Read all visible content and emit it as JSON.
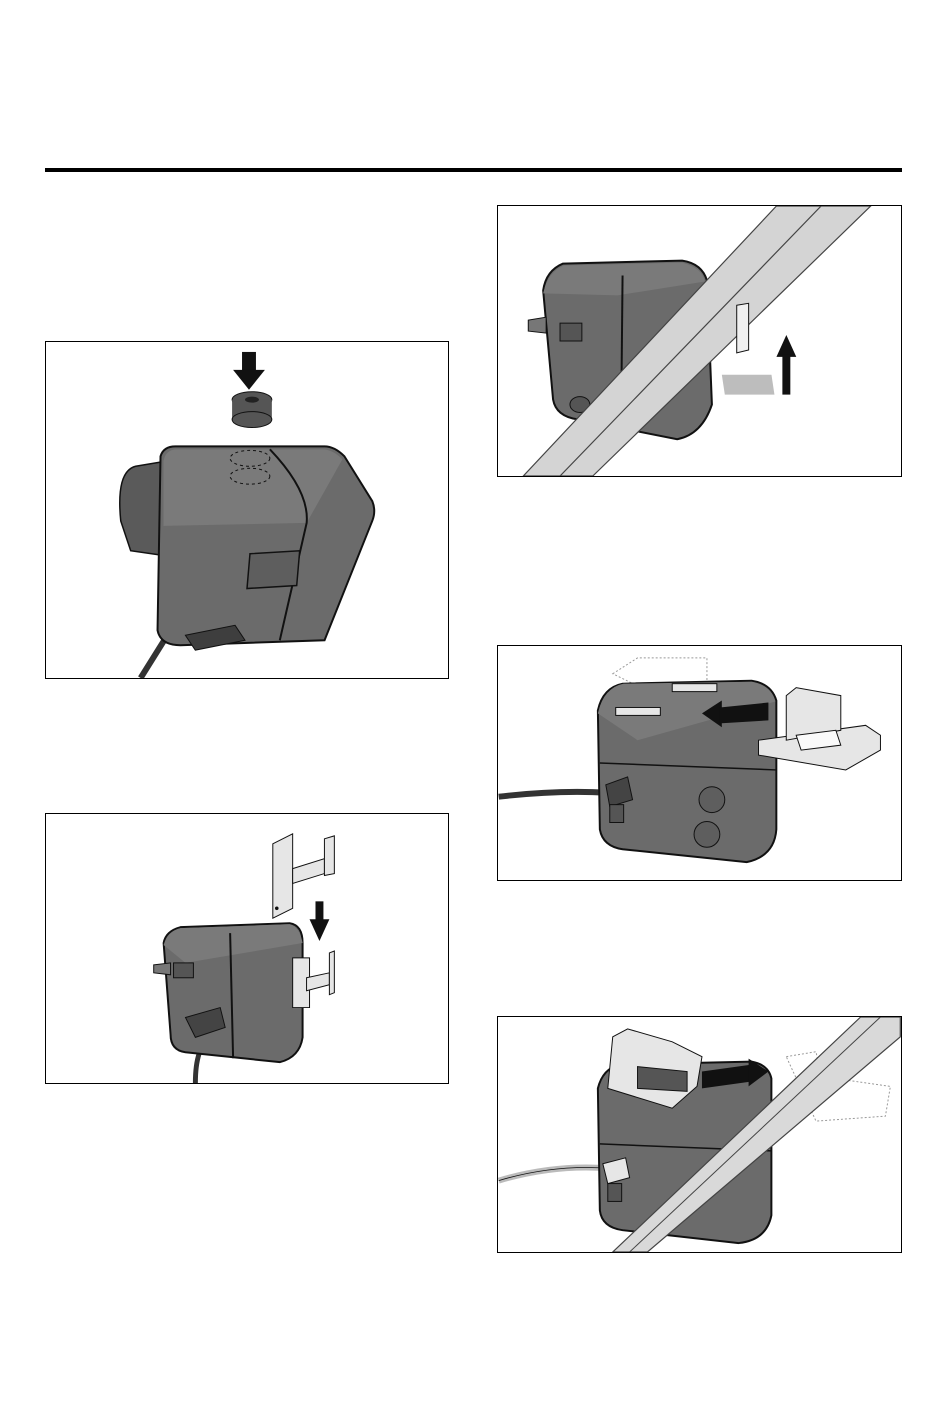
{
  "colors": {
    "rule": "#000000",
    "panel_border": "#000000",
    "device_body": "#6b6b6b",
    "device_dark": "#4a4a4a",
    "device_light": "#8a8a8a",
    "rail_fill": "#d4d4d4",
    "bracket_fill": "#e6e6e6",
    "arrow": "#111111"
  },
  "figures": [
    {
      "id": "figure-1",
      "icon": "arrow-down-icon",
      "shows": "magnet-cap"
    },
    {
      "id": "figure-2",
      "icon": "arrow-down-icon",
      "shows": "u-bracket"
    },
    {
      "id": "figure-3",
      "icon": "arrow-up-icon",
      "shows": "rail-mount"
    },
    {
      "id": "figure-4",
      "icon": "arrow-left-icon",
      "shows": "slide-clip"
    },
    {
      "id": "figure-5",
      "icon": "arrow-right-icon",
      "shows": "clip-on-rail"
    }
  ]
}
